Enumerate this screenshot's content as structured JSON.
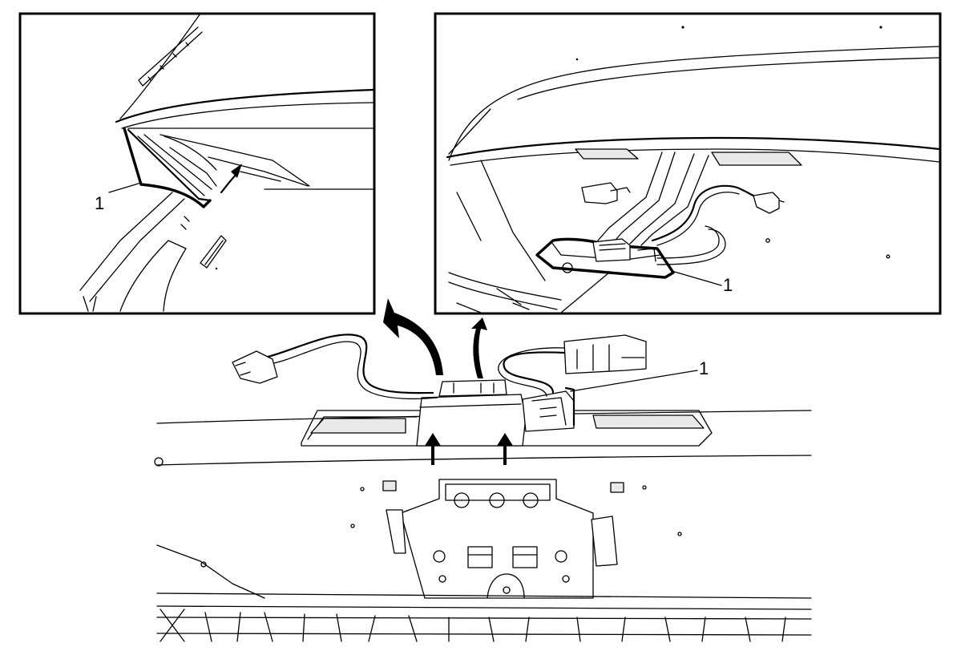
{
  "callouts": {
    "left_inset_label": "1",
    "right_inset_label": "1",
    "main_view_label": "1"
  },
  "colors": {
    "line": "#000000",
    "background": "#ffffff",
    "highlight_fill": "#e9e9e9"
  },
  "icons": [
    "curved-arrow-icon",
    "straight-up-arrow-icon"
  ]
}
